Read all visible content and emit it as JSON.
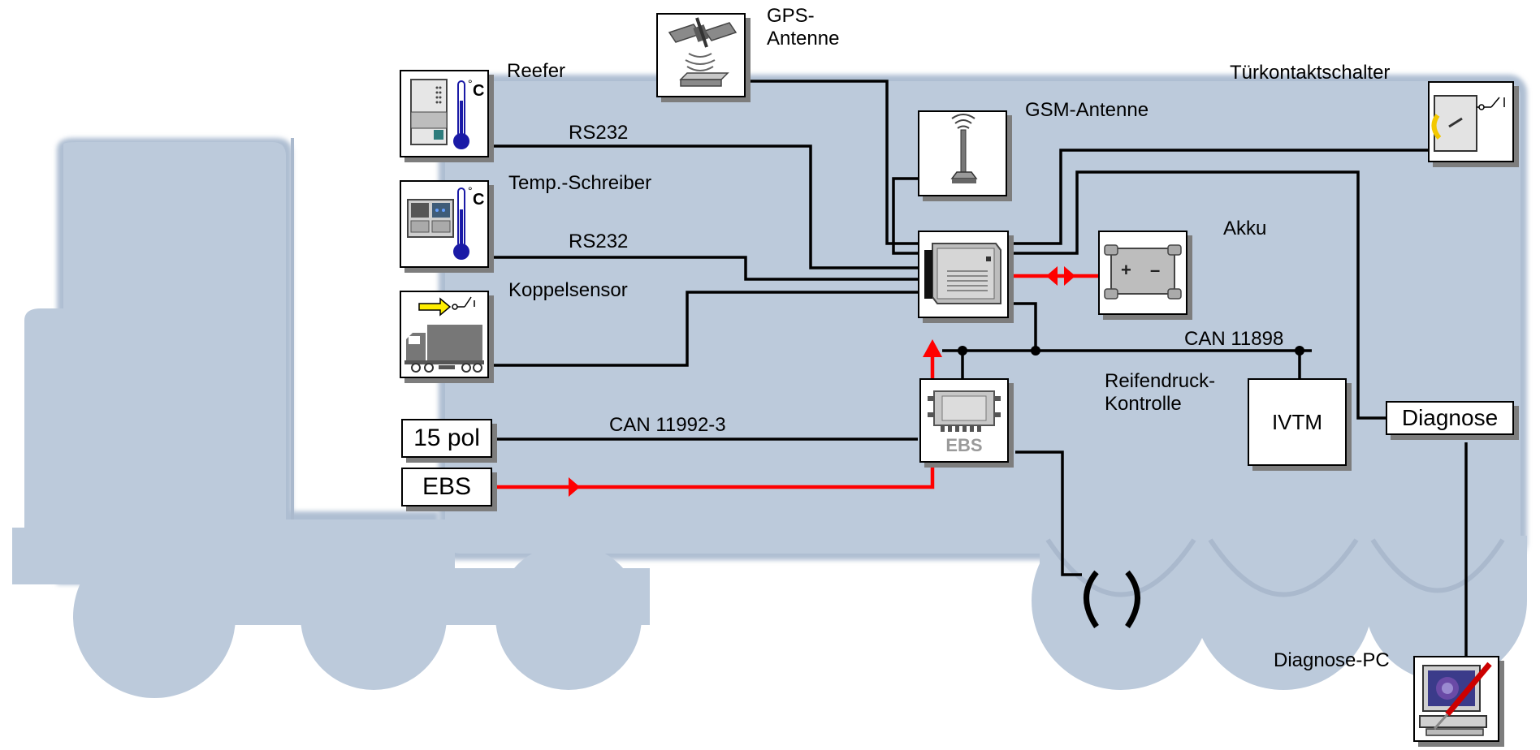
{
  "labels": {
    "reefer": "Reefer",
    "gps": "GPS-\nAntenne",
    "gsm": "GSM-Antenne",
    "tuerkontakt": "Türkontaktschalter",
    "temp_schreiber": "Temp.-Schreiber",
    "rs232_a": "RS232",
    "rs232_b": "RS232",
    "akku": "Akku",
    "koppelsensor": "Koppelsensor",
    "can_11898": "CAN 11898",
    "reifendruck": "Reifendruck-\nKontrolle",
    "can_11992": "CAN 11992-3",
    "diagnose_pc": "Diagnose-PC"
  },
  "boxes": {
    "pol15": "15 pol",
    "ebs": "EBS",
    "ivtm": "IVTM",
    "diagnose": "Diagnose",
    "ebs_module": "EBS"
  },
  "colors": {
    "truck_body": "#b9c7d9",
    "signal_line": "#000000",
    "power_line": "#ff0000",
    "shadow": "#7d7d7d"
  }
}
